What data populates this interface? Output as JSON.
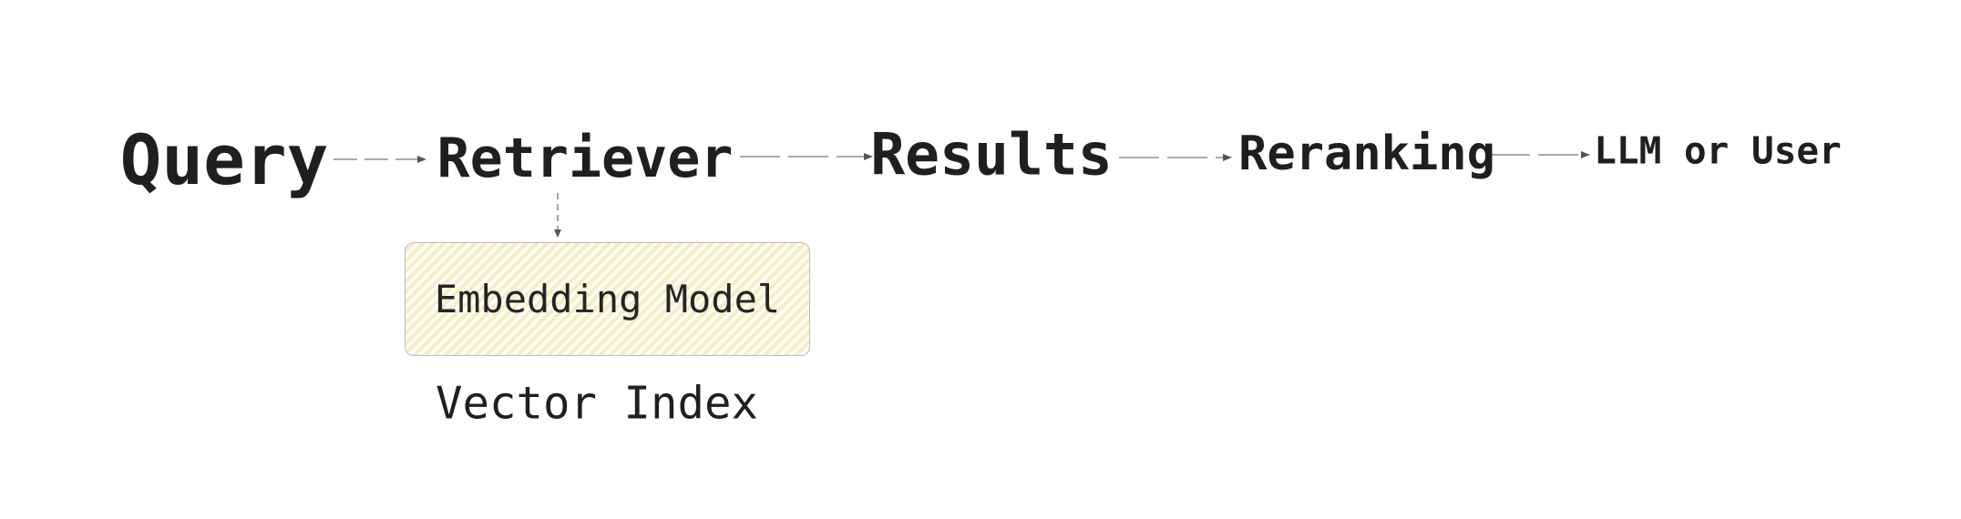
{
  "diagram": {
    "type": "flow-diagram",
    "subject": "RAG retrieval pipeline",
    "nodes": [
      {
        "id": "query",
        "label": "Query"
      },
      {
        "id": "retriever",
        "label": "Retriever"
      },
      {
        "id": "results",
        "label": "Results"
      },
      {
        "id": "reranking",
        "label": "Reranking"
      },
      {
        "id": "llm-or-user",
        "label": "LLM or User"
      }
    ],
    "edges": [
      {
        "from": "query",
        "to": "retriever",
        "style": "dashed-arrow",
        "direction": "right"
      },
      {
        "from": "retriever",
        "to": "results",
        "style": "dashed-arrow",
        "direction": "right"
      },
      {
        "from": "results",
        "to": "reranking",
        "style": "dashed-arrow",
        "direction": "right"
      },
      {
        "from": "reranking",
        "to": "llm-or-user",
        "style": "dashed-arrow",
        "direction": "right"
      },
      {
        "from": "retriever",
        "to": "embedding-model",
        "style": "dashed-arrow",
        "direction": "down"
      }
    ],
    "embedding_box": {
      "label": "Embedding Model",
      "fill": "#fffdf5",
      "stripe_color": "#f6edc6",
      "border_color": "#bcbcbc",
      "hatch": "diagonal"
    },
    "vector_index": {
      "label": "Vector Index"
    },
    "colors": {
      "background": "#ffffff",
      "text": "#1f1f1f",
      "connector": "#8f8f8f",
      "arrowhead": "#555555"
    }
  }
}
